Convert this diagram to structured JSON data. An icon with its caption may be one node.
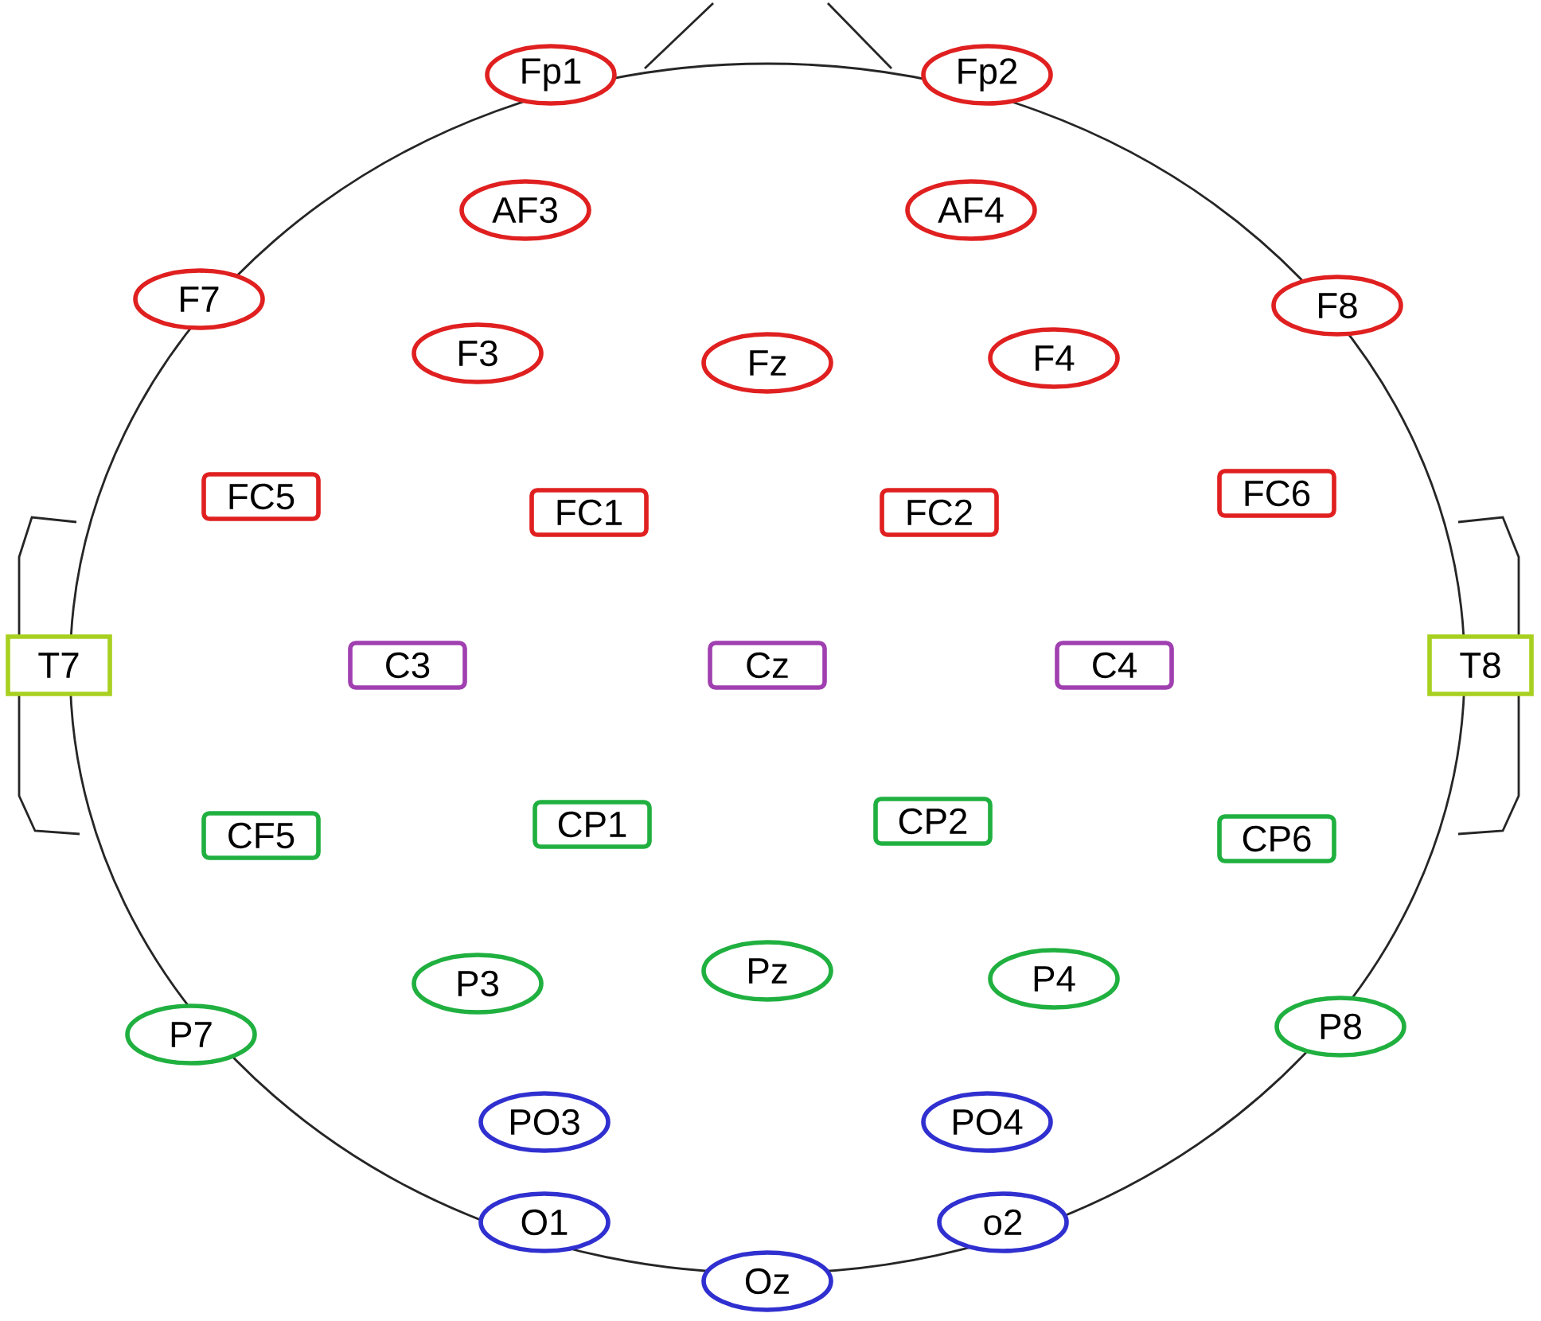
{
  "diagram": {
    "nodes": [
      {
        "text": [
          "Fp1"
        ]
      },
      {
        "text": [
          "Fp2"
        ]
      },
      {
        "text": [
          "AF3"
        ]
      },
      {
        "text": [
          "AF4"
        ]
      },
      {
        "text": [
          "F7"
        ]
      },
      {
        "text": [
          "F3"
        ]
      },
      {
        "text": [
          "Fz"
        ]
      },
      {
        "text": [
          "F4"
        ]
      },
      {
        "text": [
          "F8"
        ]
      },
      {
        "text": [
          "FC5"
        ]
      },
      {
        "text": [
          "FC1"
        ]
      },
      {
        "text": [
          "FC2"
        ]
      },
      {
        "text": [
          "FC6"
        ]
      },
      {
        "text": [
          "T7"
        ]
      },
      {
        "text": [
          "C3"
        ]
      },
      {
        "text": [
          "Cz"
        ]
      },
      {
        "text": [
          "C4"
        ]
      },
      {
        "text": [
          "T8"
        ]
      },
      {
        "text": [
          "CF5"
        ]
      },
      {
        "text": [
          "CP1"
        ]
      },
      {
        "text": [
          "CP2"
        ]
      },
      {
        "text": [
          "CP6"
        ]
      },
      {
        "text": [
          "P7"
        ]
      },
      {
        "text": [
          "P3"
        ]
      },
      {
        "text": [
          "Pz"
        ]
      },
      {
        "text": [
          "P4"
        ]
      },
      {
        "text": [
          "P8"
        ]
      },
      {
        "text": [
          "PO3"
        ]
      },
      {
        "text": [
          "PO4"
        ]
      },
      {
        "text": [
          "O1"
        ]
      },
      {
        "text": [
          "Oz"
        ]
      },
      {
        "text": [
          "o2"
        ]
      }
    ]
  }
}
